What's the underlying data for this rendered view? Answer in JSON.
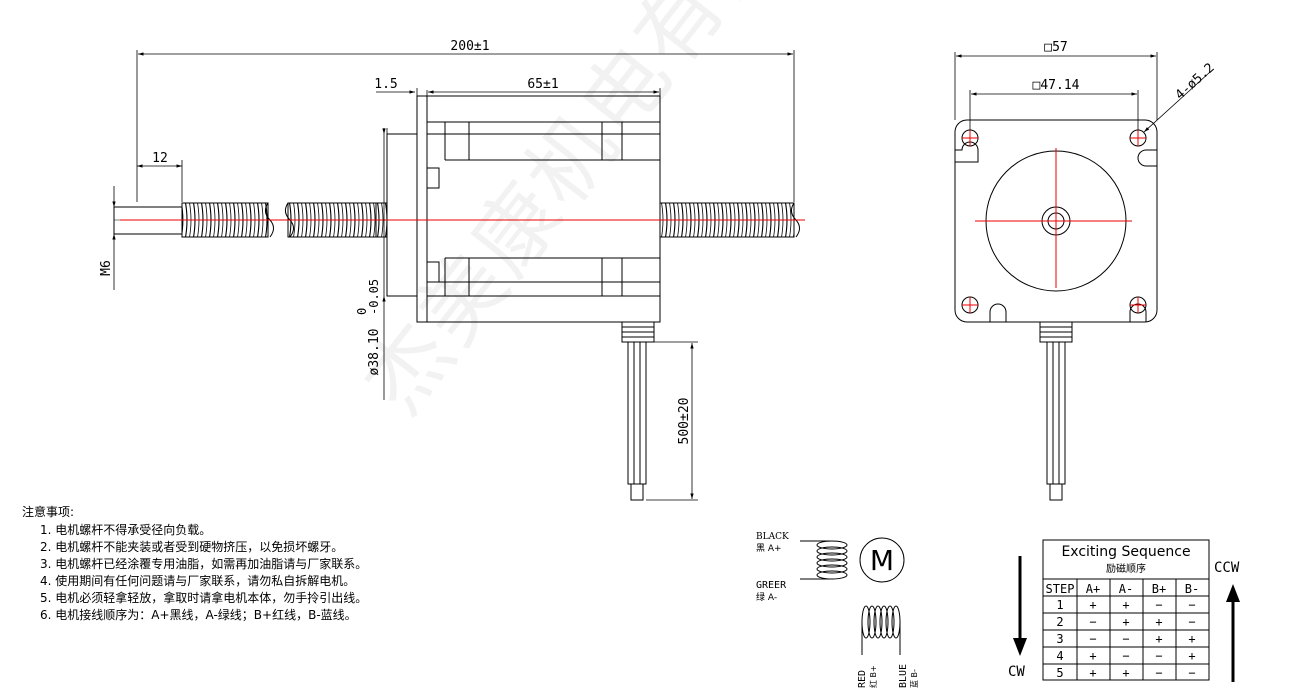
{
  "front_view": {
    "overall_length": "200±1",
    "flange_thickness": "1.5",
    "motor_length": "65±1",
    "shaft_end_length": "12",
    "thread_size": "M6",
    "boss_diameter": "ø38.10",
    "boss_tol_upper": "0",
    "boss_tol_lower": "-0.05",
    "lead_length": "500±20"
  },
  "side_view": {
    "outer_square": "□57",
    "hole_square": "□47.14",
    "mount_holes": "4-ø5.2"
  },
  "notes": {
    "title": "注意事项:",
    "items": [
      "1. 电机螺杆不得承受径向负载。",
      "2. 电机螺杆不能夹装或者受到硬物挤压，以免损坏螺牙。",
      "3. 电机螺杆已经涂覆专用油脂，如需再加油脂请与厂家联系。",
      "4. 使用期间有任何问题请与厂家联系，请勿私自拆解电机。",
      "5. 电机必须轻拿轻放，拿取时请拿电机本体，勿手拎引出线。",
      "6.  电机接线顺序为：A+黑线，A-绿线；B+红线，B-蓝线。"
    ]
  },
  "wiring": {
    "motor_symbol": "M",
    "black_en": "BLACK",
    "black_cn": "黑 A+",
    "green_en": "GREER",
    "green_cn": "绿 A-",
    "red_en": "RED",
    "red_cn": "红 B+",
    "blue_en": "BLUE",
    "blue_cn": "蓝 B-"
  },
  "sequence": {
    "title_en": "Exciting Sequence",
    "title_cn": "励磁顺序",
    "cw": "CW",
    "ccw": "CCW",
    "headers": [
      "STEP",
      "A+",
      "A-",
      "B+",
      "B-"
    ],
    "rows": [
      [
        "1",
        "+",
        "+",
        "−",
        "−"
      ],
      [
        "2",
        "−",
        "+",
        "+",
        "−"
      ],
      [
        "3",
        "−",
        "−",
        "+",
        "+"
      ],
      [
        "4",
        "+",
        "−",
        "−",
        "+"
      ],
      [
        "5",
        "+",
        "+",
        "−",
        "−"
      ]
    ]
  },
  "watermark": "杰美康机电有限公司"
}
